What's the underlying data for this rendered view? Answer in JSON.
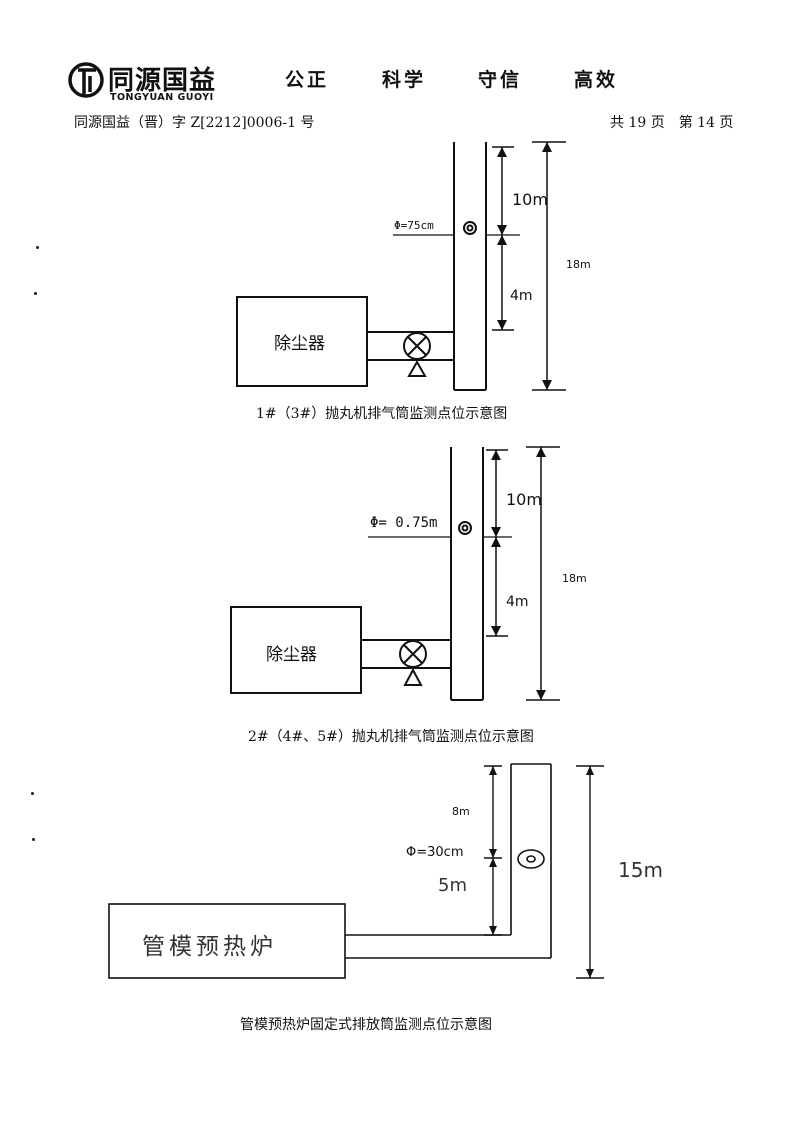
{
  "header": {
    "logo_cn": "同源国益",
    "logo_en": "TONGYUAN GUOYI",
    "motto": [
      "公正",
      "科学",
      "守信",
      "高效"
    ],
    "report_no": "同源国益（晋）字 Z[2212]0006-1 号",
    "page_info": "共 19 页　第 14 页"
  },
  "diagrams": [
    {
      "equipment": "除尘器",
      "diameter": "Φ=75cm",
      "upper_height": "10m",
      "lower_height": "4m",
      "total_height": "18m",
      "caption": "1#（3#）抛丸机排气筒监测点位示意图"
    },
    {
      "equipment": "除尘器",
      "diameter": "Φ= 0.75m",
      "upper_height": "10m",
      "lower_height": "4m",
      "total_height": "18m",
      "caption": "2#（4#、5#）抛丸机排气筒监测点位示意图"
    },
    {
      "equipment": "管模预热炉",
      "diameter": "Φ=30cm",
      "upper_height": "8m",
      "lower_height": "5m",
      "total_height": "15m",
      "caption": "管模预热炉固定式排放筒监测点位示意图"
    }
  ]
}
